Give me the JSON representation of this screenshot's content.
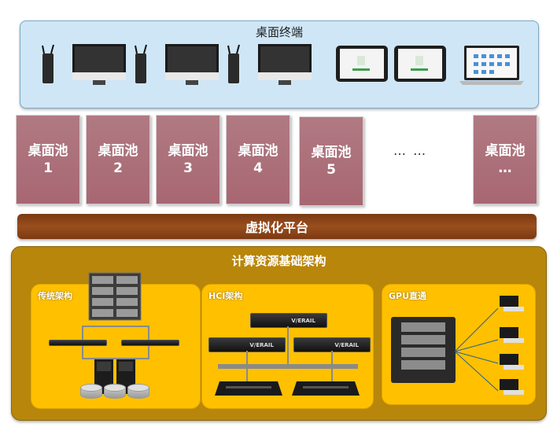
{
  "terminals": {
    "title": "桌面终端",
    "devices": [
      {
        "kind": "thin-client-monitor"
      },
      {
        "kind": "thin-client-monitor"
      },
      {
        "kind": "thin-client-monitor"
      },
      {
        "kind": "tablet"
      },
      {
        "kind": "tablet"
      },
      {
        "kind": "laptop"
      }
    ]
  },
  "pools": [
    {
      "name": "桌面池",
      "num": "1"
    },
    {
      "name": "桌面池",
      "num": "2"
    },
    {
      "name": "桌面池",
      "num": "3"
    },
    {
      "name": "桌面池",
      "num": "4"
    },
    {
      "name": "桌面池",
      "num": "5"
    },
    {
      "name": "桌面池",
      "num": "…"
    }
  ],
  "ellipsis": "… …",
  "virtualization": {
    "title": "虚拟化平台"
  },
  "infra": {
    "title": "计算资源基础架构",
    "traditional": {
      "label": "传统架构"
    },
    "hci": {
      "label": "HCI架构",
      "server_label": "V/ERAIL"
    },
    "gpu": {
      "label": "GPU直通"
    }
  },
  "colors": {
    "terminal_bg": "#cfe6f6",
    "pool": "#a86772",
    "virt": "#8b4513",
    "infra": "#b8860b",
    "sub": "#ffc000"
  }
}
